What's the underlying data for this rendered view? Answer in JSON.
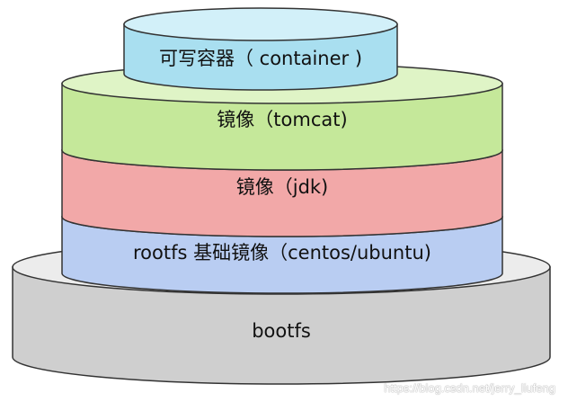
{
  "layers": [
    {
      "id": "bootfs",
      "label": "bootfs",
      "colors": {
        "side": "#cfcfcf",
        "top": "#ececec",
        "stroke": "#333333"
      }
    },
    {
      "id": "rootfs",
      "label": "rootfs 基础镜像（centos/ubuntu)",
      "colors": {
        "side": "#b9cdf2",
        "top": "#d8e4fa",
        "stroke": "#333333"
      }
    },
    {
      "id": "jdk",
      "label": "镜像（jdk)",
      "colors": {
        "side": "#f2a8a8",
        "top": "#f8cccc",
        "stroke": "#333333"
      }
    },
    {
      "id": "tomcat",
      "label": "镜像（tomcat)",
      "colors": {
        "side": "#c5e89a",
        "top": "#dff4c6",
        "stroke": "#333333"
      }
    },
    {
      "id": "container",
      "label": "可写容器（ container )",
      "colors": {
        "side": "#a9dff0",
        "top": "#d2f0f9",
        "stroke": "#333333"
      }
    }
  ],
  "watermark": "https://blog.csdn.net/jerry_liufeng"
}
